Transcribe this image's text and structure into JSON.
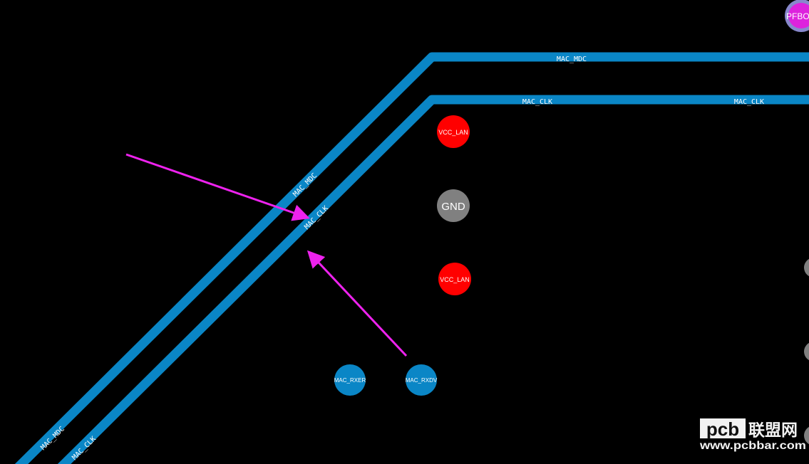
{
  "colors": {
    "background": "#000000",
    "trace": "#0a86c6",
    "arrow": "#ee22ee",
    "via_power": "#ff0000",
    "via_gnd": "#808080",
    "via_signal": "#0a86c6",
    "via_pfbou": "#dd22dd",
    "via_pfbou_ring": "#8888cc"
  },
  "traces": [
    {
      "net": "MAC_MDC",
      "labels": [
        "MAC_MDC",
        "MAC_MDC",
        "MAC_MDC"
      ]
    },
    {
      "net": "MAC_CLK",
      "labels": [
        "MAC_CLK",
        "MAC_CLK",
        "MAC_CLK",
        "MAC_CLK"
      ]
    }
  ],
  "vias": [
    {
      "net": "VCC_LAN",
      "kind": "power"
    },
    {
      "net": "GND",
      "kind": "gnd"
    },
    {
      "net": "VCC_LAN",
      "kind": "power"
    },
    {
      "net": "MAC_RXER",
      "kind": "signal"
    },
    {
      "net": "MAC_RXDV",
      "kind": "signal"
    },
    {
      "net": "PFBOU",
      "kind": "pfbou"
    }
  ],
  "watermark": {
    "logo": "pcb",
    "name": "联盟网",
    "url": "www.pcbbar.com"
  }
}
